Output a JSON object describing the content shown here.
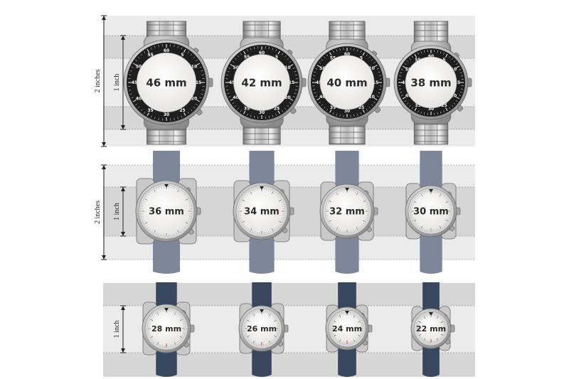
{
  "colors": {
    "band_dark": "#d6d6d6",
    "band_light": "#ebebeb",
    "metal_light": "#e2e2e2",
    "metal_dark": "#8e8e8e",
    "bezel_black": "#1e1e1e",
    "strap_gray": "#7d8799",
    "strap_navy": "#38465e",
    "dial_face": "#f4f2ee",
    "case_silver": "#c9c9c9"
  },
  "rows": [
    {
      "ruler_outer_label": "2 inches",
      "ruler_inner_label": "1 inch",
      "style": "steel-bracelet",
      "watches": [
        {
          "size_label": "46 mm"
        },
        {
          "size_label": "42 mm"
        },
        {
          "size_label": "40 mm"
        },
        {
          "size_label": "38 mm"
        }
      ]
    },
    {
      "ruler_outer_label": "2 inches",
      "ruler_inner_label": "1 inch",
      "style": "gray-strap",
      "watches": [
        {
          "size_label": "36 mm"
        },
        {
          "size_label": "34 mm"
        },
        {
          "size_label": "32 mm"
        },
        {
          "size_label": "30 mm"
        }
      ]
    },
    {
      "ruler_outer_label": "",
      "ruler_inner_label": "1 inch",
      "style": "navy-strap",
      "watches": [
        {
          "size_label": "28 mm"
        },
        {
          "size_label": "26 mm"
        },
        {
          "size_label": "24 mm"
        },
        {
          "size_label": "22 mm"
        }
      ]
    }
  ],
  "bezel_numbers": [
    "60",
    "5",
    "10",
    "15",
    "20",
    "25",
    "30",
    "35",
    "40",
    "45",
    "50",
    "55"
  ]
}
